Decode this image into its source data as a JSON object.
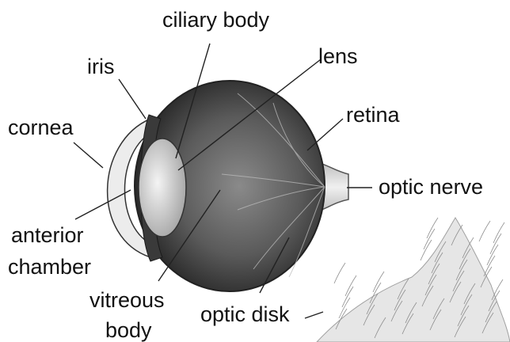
{
  "labels": {
    "ciliary_body": "ciliary body",
    "iris": "iris",
    "lens": "lens",
    "retina": "retina",
    "cornea": "cornea",
    "optic_nerve": "optic nerve",
    "anterior_chamber_line1": "anterior",
    "anterior_chamber_line2": "chamber",
    "vitreous_body_line1": "vitreous",
    "vitreous_body_line2": "body",
    "optic_disk": "optic disk"
  },
  "colors": {
    "background": "#ffffff",
    "text": "#111111",
    "leader": "#222222",
    "eye_dark": "#2a2a2a",
    "eye_mid": "#6e6e6e",
    "lens": "#d9d9d9",
    "cornea": "#e8e8e8",
    "fur": "#9a9a9a"
  }
}
